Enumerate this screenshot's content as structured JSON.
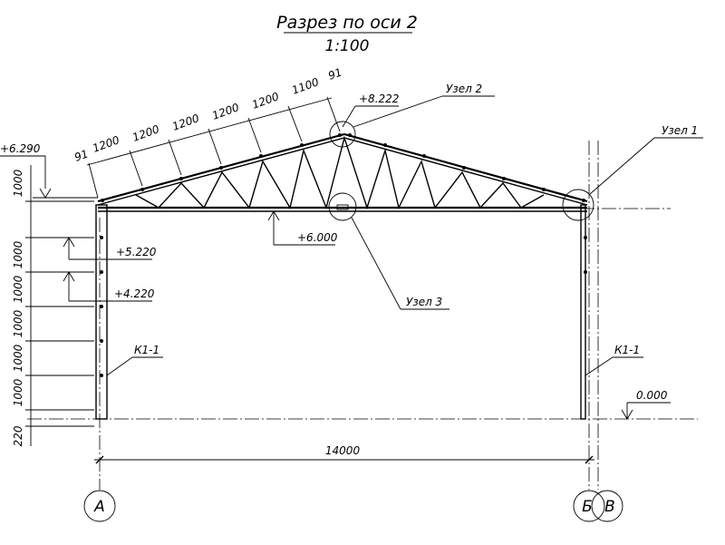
{
  "title": "Разрез по оси 2",
  "scale": "1:100",
  "elevations": {
    "eave": "+6.290",
    "ridge": "+8.222",
    "chord": "+6.000",
    "girt_upper": "+5.220",
    "girt_lower": "+4.220",
    "ground": "0.000"
  },
  "nodes": {
    "node1": "Узел 1",
    "node2": "Узел 2",
    "node3": "Узел 3"
  },
  "columns": {
    "left": "К1-1",
    "right": "К1-1"
  },
  "span": "14000",
  "axes": {
    "a": "А",
    "b": "Б",
    "v": "В"
  },
  "slope_dims": [
    "91",
    "1200",
    "1200",
    "1200",
    "1200",
    "1200",
    "1100",
    "91"
  ],
  "height_dims": [
    "1000",
    "1000",
    "1000",
    "1000",
    "1000",
    "1000",
    "220"
  ]
}
